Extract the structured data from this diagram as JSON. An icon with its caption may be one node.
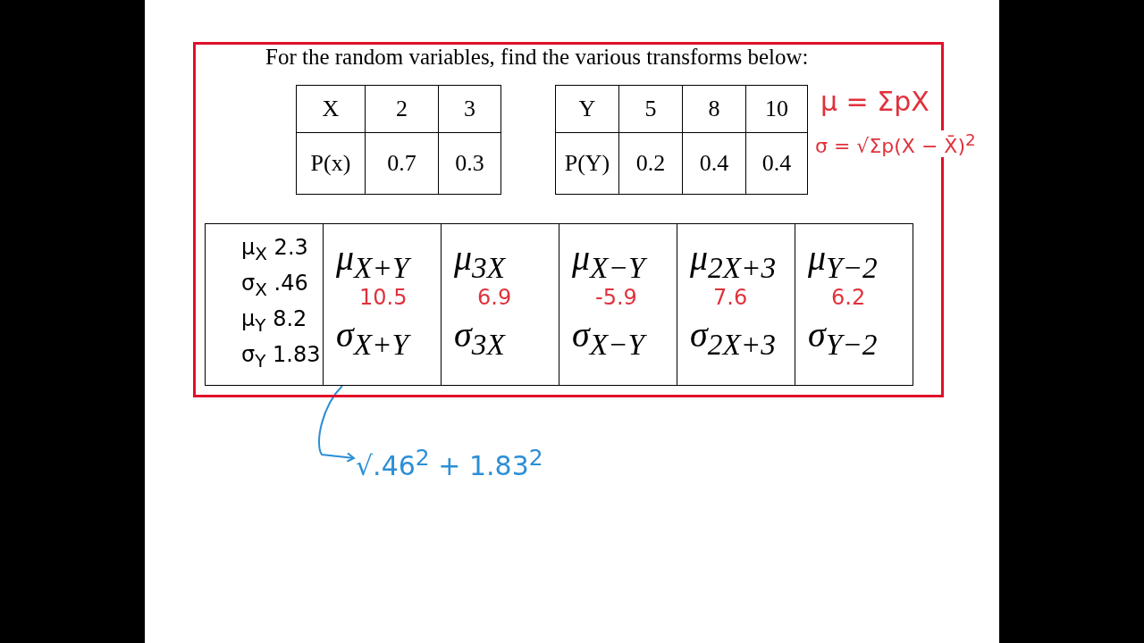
{
  "diagram": {
    "title": "For the random variables, find the various transforms below:",
    "nodes": [
      {
        "text": [
          "μ$_{X+Y}$",
          "10.5",
          "σ$_{X+Y}$"
        ]
      },
      {
        "text": [
          "√.46$^{2}$ + 1.83$^{2}$"
        ]
      }
    ],
    "edges": [
      {
        "from": 0,
        "to": 1,
        "arrow": "to",
        "color": "#2b8fd6"
      }
    ],
    "labels": [
      "X",
      "2",
      "3",
      "P(x)",
      "0.7",
      "0.3",
      "Y",
      "5",
      "8",
      "10",
      "P(Y)",
      "0.2",
      "0.4",
      "0.4",
      "μ = ΣpX",
      "σ = √Σp(X − X̄)$^{2}$",
      "μ$_{X}$ 2.3",
      "σ$_{X}$ .46",
      "μ$_{Y}$ 8.2",
      "σ$_{Y}$ 1.83",
      "μ$_{3X}$",
      "6.9",
      "σ$_{3X}$",
      "μ$_{X−Y}$",
      "-5.9",
      "σ$_{X−Y}$",
      "μ$_{2X+3}$",
      "7.6",
      "σ$_{2X+3}$",
      "μ$_{Y−2}$",
      "6.2",
      "σ$_{Y−2}$"
    ]
  }
}
